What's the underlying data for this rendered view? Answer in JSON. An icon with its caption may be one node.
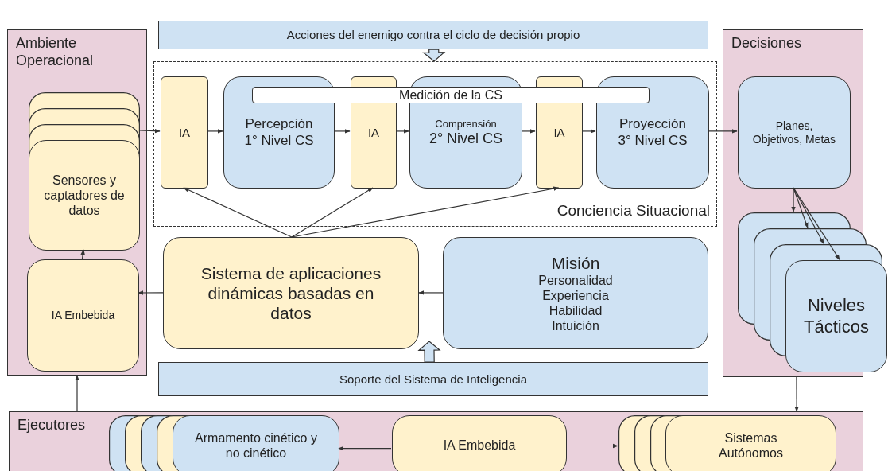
{
  "diagram": {
    "nodes": [
      {
        "text": [
          "Acciones del enemigo contra el ciclo de decisión propio"
        ]
      },
      {
        "text": [
          "Ambiente Operacional"
        ]
      },
      {
        "text": [
          "Sensores y captadores de datos"
        ],
        "in": 1
      },
      {
        "text": [
          "IA Embebida"
        ],
        "in": 1
      },
      {
        "text": [
          "Conciencia Situacional"
        ]
      },
      {
        "text": [
          "IA"
        ],
        "in": 4
      },
      {
        "text": [
          "Percepción",
          "1° Nivel CS"
        ],
        "in": 4
      },
      {
        "text": [
          "IA"
        ],
        "in": 4
      },
      {
        "text": [
          "Comprensión",
          "2° Nivel CS"
        ],
        "in": 4
      },
      {
        "text": [
          "IA"
        ],
        "in": 4
      },
      {
        "text": [
          "Proyección",
          "3° Nivel CS"
        ],
        "in": 4
      },
      {
        "text": [
          "Medición de la CS"
        ],
        "in": 4
      },
      {
        "text": [
          "Decisiones"
        ]
      },
      {
        "text": [
          "Planes, Objetivos, Metas"
        ],
        "in": 12
      },
      {
        "text": [
          "Niveles Tácticos"
        ],
        "in": 12
      },
      {
        "text": [
          "Sistema de aplicaciones dinámicas basadas en datos"
        ]
      },
      {
        "text": [
          "Misión",
          "Personalidad",
          "Experiencia",
          "Habilidad",
          "Intuición"
        ]
      },
      {
        "text": [
          "Soporte del Sistema de Inteligencia"
        ]
      },
      {
        "text": [
          "Ejecutores"
        ]
      },
      {
        "text": [
          "Armamento cinético y no cinético"
        ],
        "in": 18
      },
      {
        "text": [
          "IA Embebida"
        ],
        "in": 18
      },
      {
        "text": [
          "Sistemas Autónomos"
        ],
        "in": 18
      }
    ],
    "edges": [
      {
        "from": 0,
        "to": 4,
        "arrow": "to",
        "style": "thick"
      },
      {
        "from": 2,
        "to": 5,
        "arrow": "to"
      },
      {
        "from": 5,
        "to": 6,
        "arrow": "to"
      },
      {
        "from": 6,
        "to": 7,
        "arrow": "to"
      },
      {
        "from": 7,
        "to": 8,
        "arrow": "to"
      },
      {
        "from": 8,
        "to": 9,
        "arrow": "to"
      },
      {
        "from": 9,
        "to": 10,
        "arrow": "to"
      },
      {
        "from": 10,
        "to": 13,
        "arrow": "to"
      },
      {
        "from": 13,
        "to": 14,
        "arrow": "to"
      },
      {
        "from": 13,
        "to": 14,
        "arrow": "to"
      },
      {
        "from": 13,
        "to": 14,
        "arrow": "to"
      },
      {
        "from": 13,
        "to": 14,
        "arrow": "to"
      },
      {
        "from": 15,
        "to": 5,
        "arrow": "to"
      },
      {
        "from": 15,
        "to": 7,
        "arrow": "to"
      },
      {
        "from": 15,
        "to": 9,
        "arrow": "to"
      },
      {
        "from": 16,
        "to": 15,
        "arrow": "to"
      },
      {
        "from": 15,
        "to": 3,
        "arrow": "to"
      },
      {
        "from": 3,
        "to": 2,
        "arrow": "to"
      },
      {
        "from": 17,
        "to": 15,
        "arrow": "to",
        "style": "thick"
      },
      {
        "from": 18,
        "to": 1,
        "arrow": "to"
      },
      {
        "from": 12,
        "to": 18,
        "arrow": "to"
      },
      {
        "from": 20,
        "to": 19,
        "arrow": "to"
      },
      {
        "from": 20,
        "to": 21,
        "arrow": "to"
      }
    ]
  }
}
